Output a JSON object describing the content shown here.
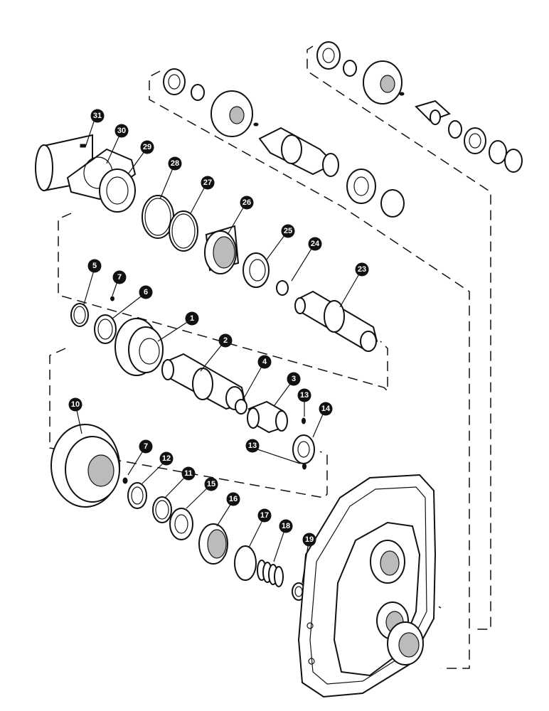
{
  "diagram": {
    "callouts": [
      "1",
      "2",
      "3",
      "4",
      "5",
      "6",
      "7",
      "7",
      "10",
      "11",
      "12",
      "13",
      "13",
      "14",
      "15",
      "16",
      "17",
      "18",
      "19",
      "23",
      "24",
      "25",
      "26",
      "27",
      "28",
      "29",
      "30",
      "31"
    ]
  }
}
